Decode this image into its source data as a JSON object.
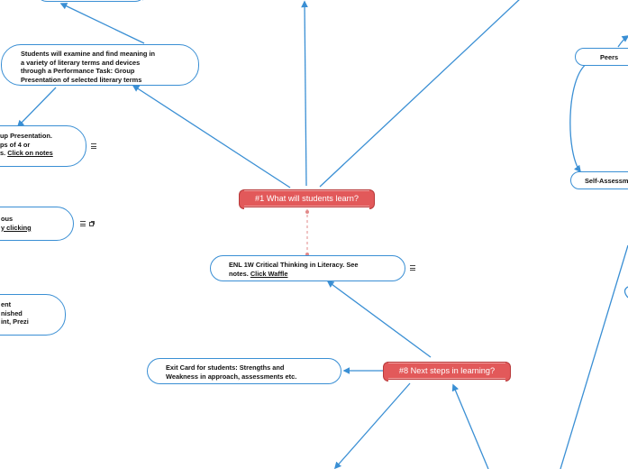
{
  "hubs": {
    "main": "#1 What will students learn?",
    "next": "#8 Next steps in learning?"
  },
  "nodes": {
    "examine": [
      "Students will examine and find meaning in",
      "a variety of literary terms and devices",
      "through a Performance Task: Group",
      "Presentation of selected literary terms"
    ],
    "group_line1": "up Presentation.",
    "group_line2": "ps of 4 or",
    "group_line3_pre": "s.  ",
    "group_line3_link": "Click on notes",
    "various_line1": "ous",
    "various_line2_link": "y clicking",
    "finished_line1": "ent",
    "finished_line2": "nished",
    "finished_line3": "int, Prezi",
    "enl_line1": "ENL 1W Critical Thinking in Literacy. See",
    "enl_line2_pre": "notes. ",
    "enl_line2_link": "Click Waffle",
    "exit_line1": "Exit Card for students: Strengths and",
    "exit_line2": "Weakness in approach, assessments etc.",
    "peers": "Peers",
    "self": "Self-Assessm"
  },
  "icons": {
    "notes": "notes-icon",
    "link": "external-link-icon"
  },
  "colors": {
    "connector": "#3a8fd4",
    "hub_fill": "#e2595a",
    "dashed": "#e28a8a"
  }
}
